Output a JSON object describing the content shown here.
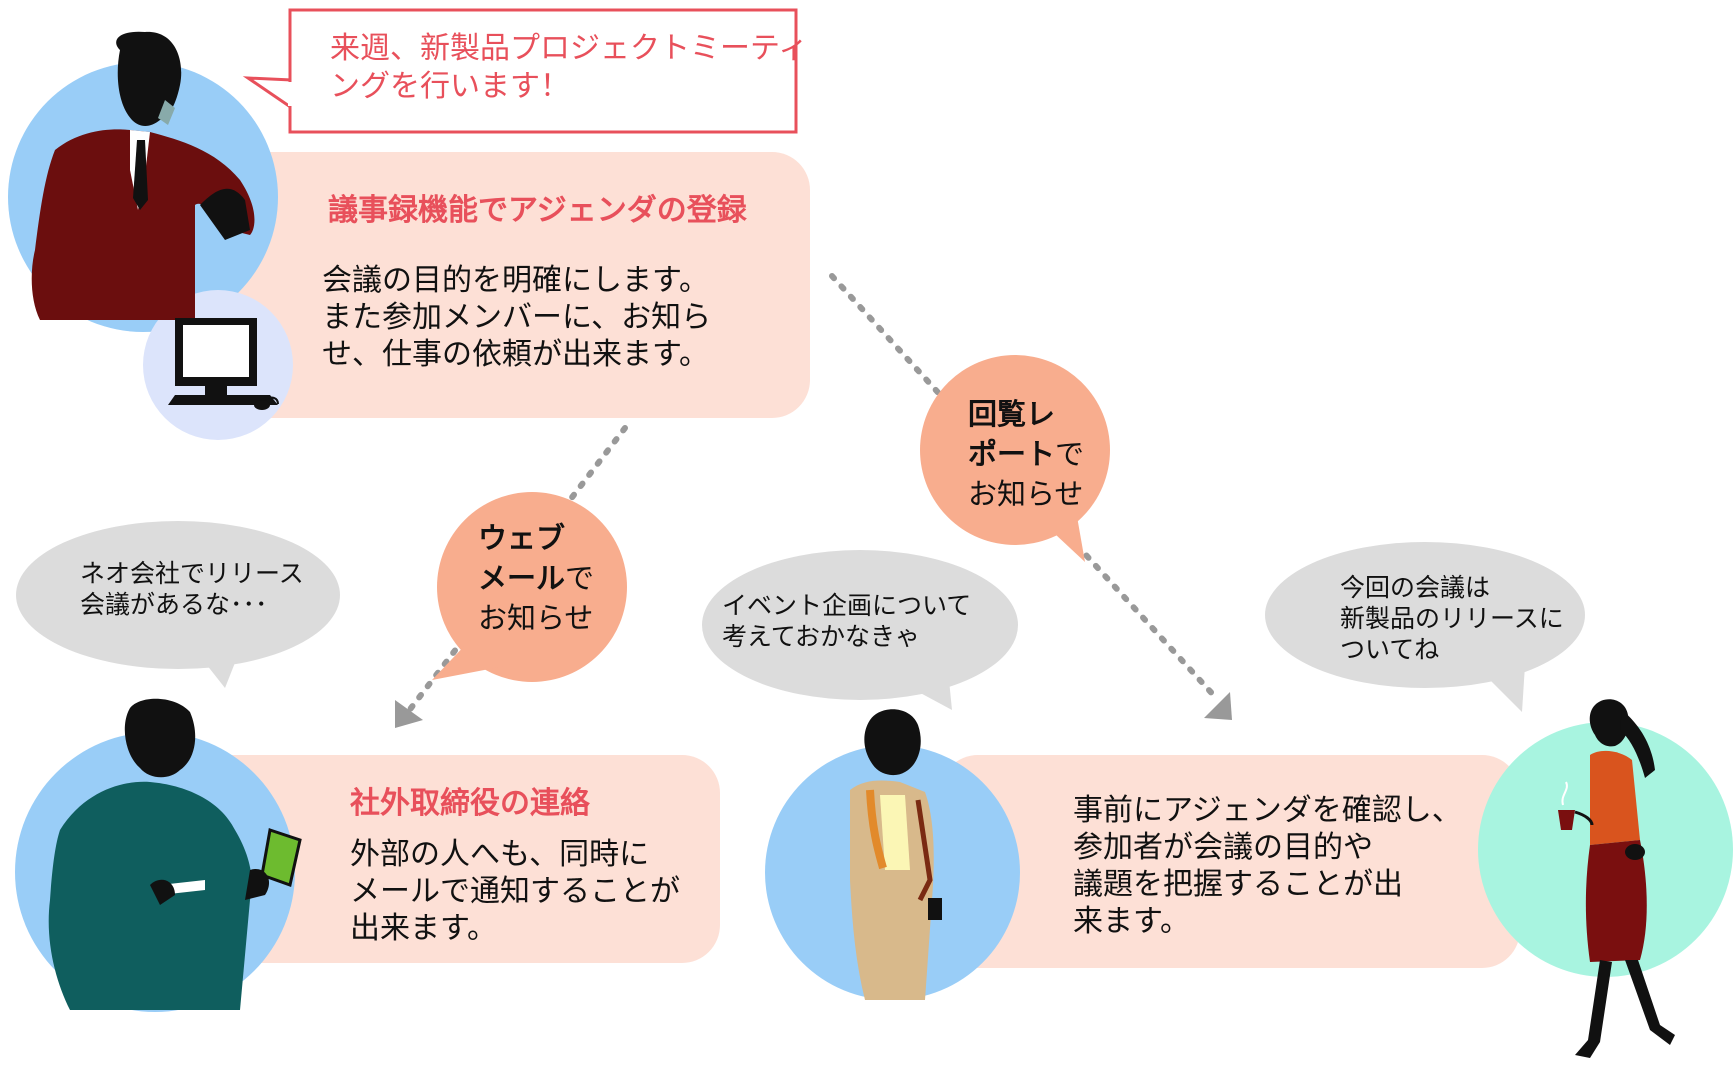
{
  "callout": {
    "text": "来週、新製品プロジェクトミーティ\nングを行います！"
  },
  "top_panel": {
    "title": "議事録機能でアジェンダの登録",
    "body": "会議の目的を明確にします。\nまた参加メンバーに、お知ら\nせ、仕事の依頼が出来ます。"
  },
  "left_panel": {
    "title": "社外取締役の連絡",
    "body": "外部の人へも、同時に\nメールで通知することが\n出来ます。"
  },
  "right_panel": {
    "body": "事前にアジェンダを確認し、\n参加者が会議の目的や\n議題を把握することが出\n来ます。"
  },
  "bubble_web": {
    "line1": "ウェブ",
    "line2_bold": "メール",
    "line2_rest": "で",
    "line3": "お知らせ"
  },
  "bubble_report": {
    "line1": "回覧レ",
    "line2_bold": "ポート",
    "line2_rest": "で",
    "line3": "お知らせ"
  },
  "thoughts": {
    "left": "ネオ会社でリリース\n会議があるな･･･",
    "middle": "イベント企画について\n考えておかなきゃ",
    "right": "今回の会議は\n新製品のリリースに\nついてね"
  },
  "icons": [
    "businessman-phone-icon",
    "computer-monitor-icon",
    "woman-pda-icon",
    "woman-standing-icon",
    "woman-walking-coffee-icon"
  ],
  "colors": {
    "panel": "#fde0d6",
    "accent_red": "#e8505b",
    "bubble_orange": "#f8ad8e",
    "thought_gray": "#dcdcdc",
    "circle_blue": "#99cdf7",
    "circle_mint": "#a8f4e0",
    "circle_lavender": "#dce4fb"
  }
}
